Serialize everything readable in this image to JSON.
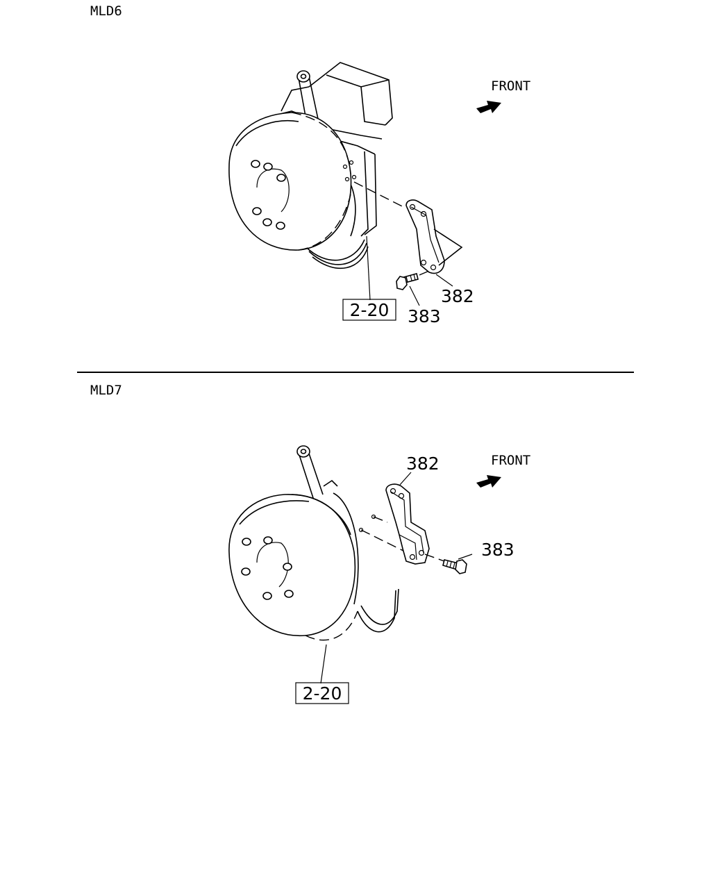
{
  "sections": [
    {
      "code": "MLD6",
      "front_label": "FRONT",
      "callouts": {
        "bracket": "382",
        "bolt": "383",
        "ref_box": "2-20"
      }
    },
    {
      "code": "MLD7",
      "front_label": "FRONT",
      "callouts": {
        "bracket": "382",
        "bolt": "383",
        "ref_box": "2-20"
      }
    }
  ],
  "colors": {
    "ink": "#000000",
    "paper": "#ffffff"
  }
}
